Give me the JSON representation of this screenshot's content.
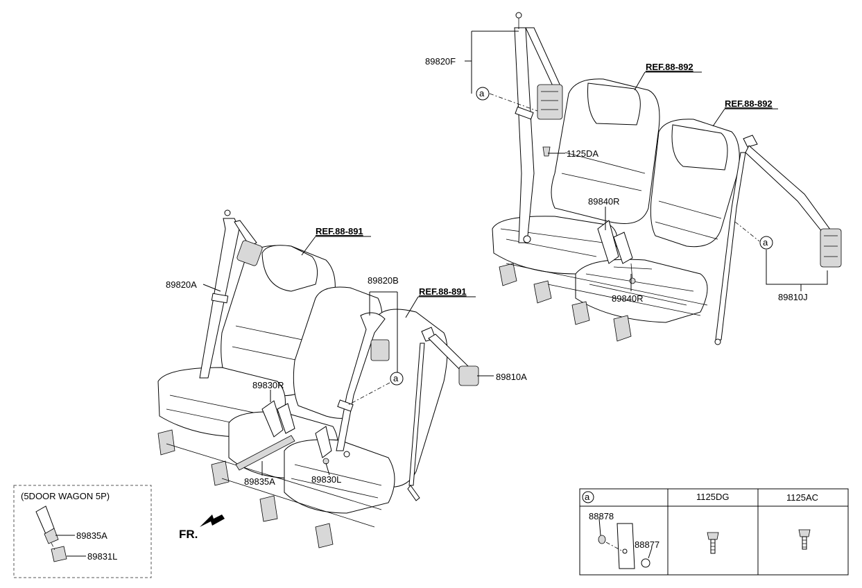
{
  "refs": {
    "ref_top_center": "REF.88-892",
    "ref_top_right": "REF.88-892",
    "ref_mid_left": "REF.88-891",
    "ref_mid_center": "REF.88-891"
  },
  "parts": {
    "p89820F": "89820F",
    "p1125DA": "1125DA",
    "p89840R_top": "89840R",
    "p89840R_bottom": "89840R",
    "p89810J": "89810J",
    "p89820A": "89820A",
    "p89820B": "89820B",
    "p89810A": "89810A",
    "p89830R": "89830R",
    "p89835A": "89835A",
    "p89830L": "89830L"
  },
  "circle_marker": "a",
  "front_label": "FR.",
  "inset": {
    "title": "(5DOOR WAGON 5P)",
    "part_a": "89835A",
    "part_b": "89831L"
  },
  "table": {
    "col1_header": "a",
    "col2_header": "1125DG",
    "col3_header": "1125AC",
    "cell_part_1": "88878",
    "cell_part_2": "88877"
  }
}
